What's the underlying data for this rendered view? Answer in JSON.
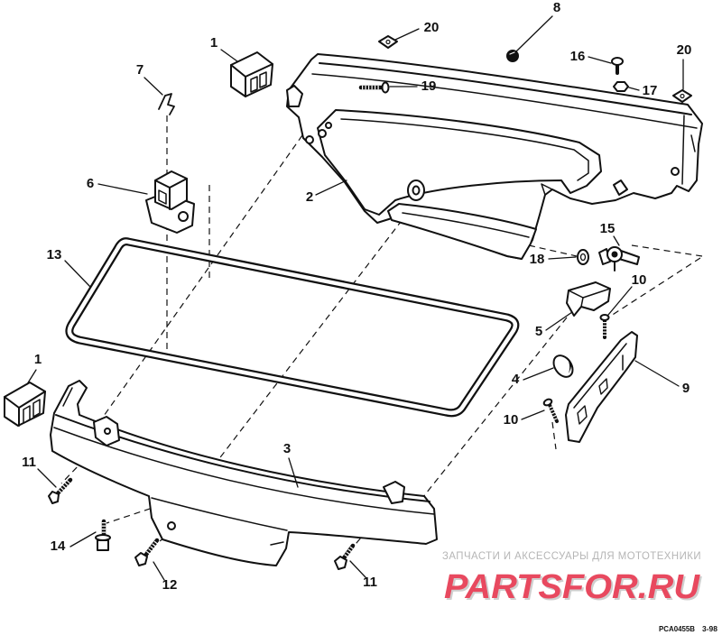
{
  "diagram": {
    "callouts": [
      "1",
      "7",
      "6",
      "13",
      "2",
      "20",
      "8",
      "16",
      "17",
      "20",
      "19",
      "15",
      "18",
      "10",
      "5",
      "4",
      "9",
      "10",
      "1",
      "11",
      "3",
      "14",
      "12",
      "11"
    ]
  },
  "watermark": {
    "tagline": "ЗАПЧАСТИ И АКСЕССУАРЫ ДЛЯ МОТОТЕХНИКИ",
    "logo_text": "PARTSFOR.RU",
    "logo_color": "#e8495f",
    "logo_shadow_color": "#cfcfcf",
    "tagline_color": "#b5b5b5"
  },
  "figure": {
    "code": "PCA0455B",
    "date": "3-98"
  },
  "colors": {
    "line": "#111111",
    "background": "#ffffff"
  }
}
